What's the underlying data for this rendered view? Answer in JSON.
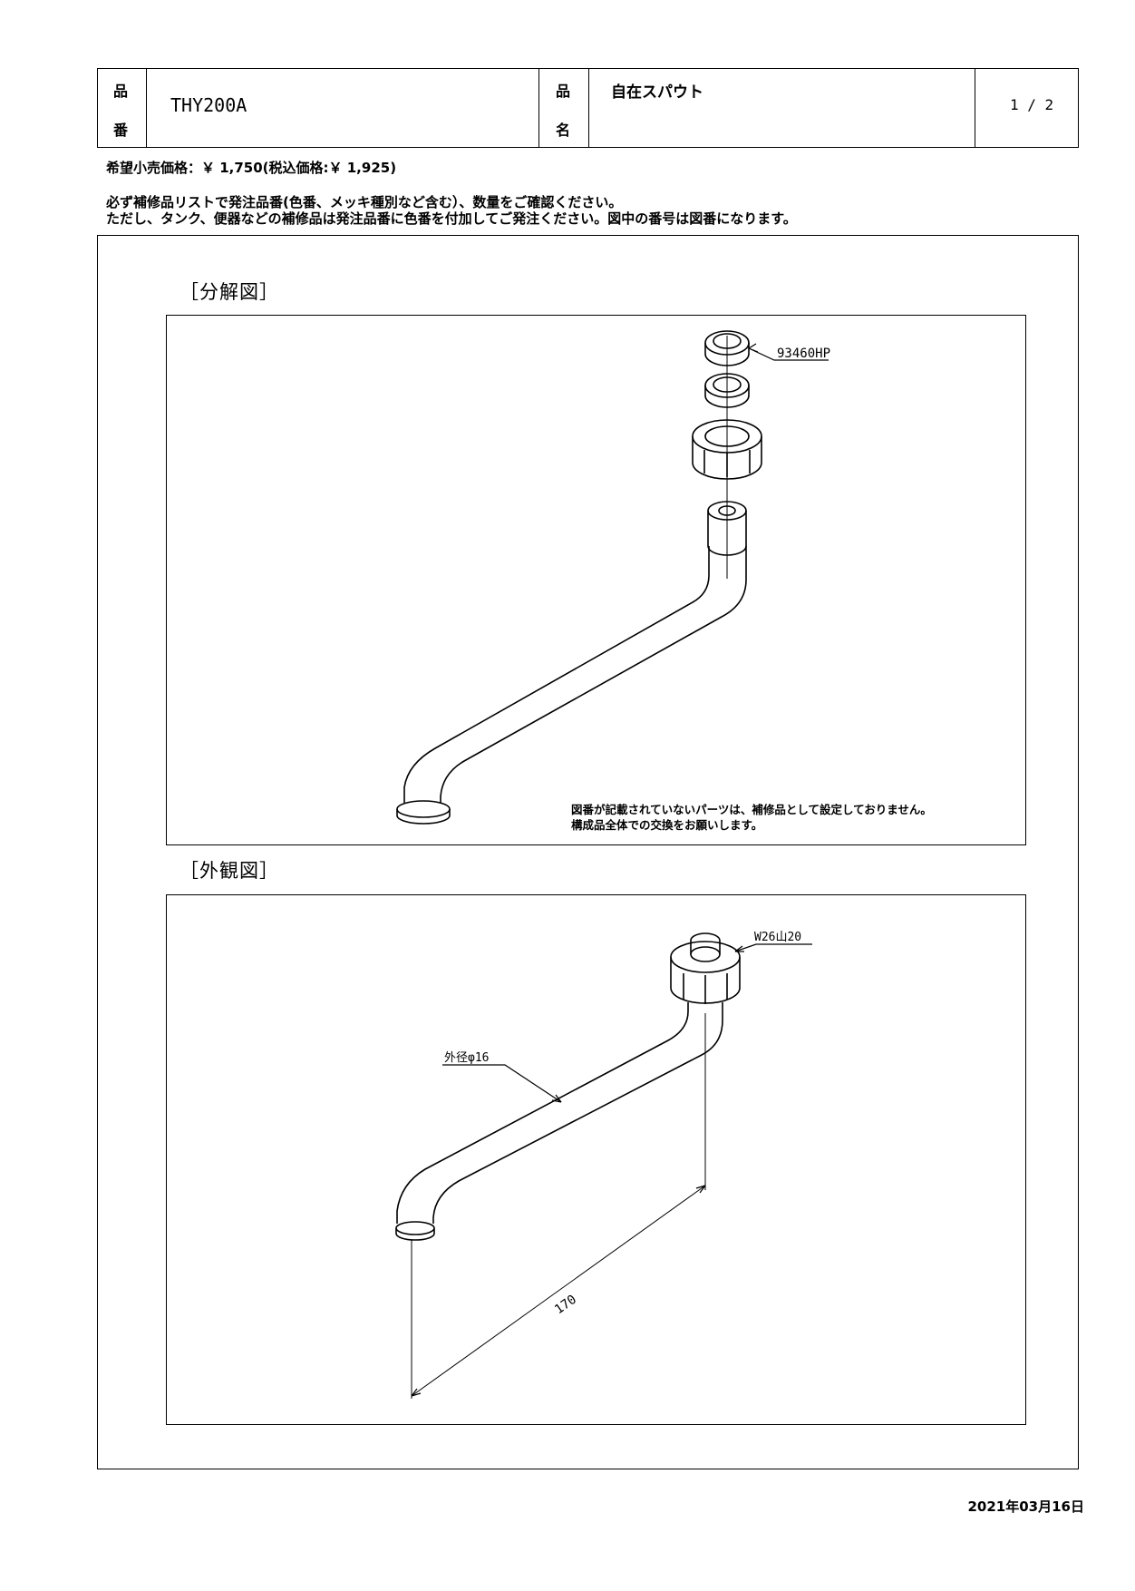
{
  "header": {
    "part_no_label_top": "品",
    "part_no_label_bottom": "番",
    "part_no": "THY200A",
    "name_label_top": "品",
    "name_label_bottom": "名",
    "part_name": "自在スパウト",
    "page": "1 / 2"
  },
  "price_line": "希望小売価格：￥ 1,750(税込価格:￥ 1,925)",
  "notes": [
    "必ず補修品リストで発注品番(色番、メッキ種別など含む）、数量をご確認ください。",
    "ただし、タンク、便器などの補修品は発注品番に色番を付加してご発注ください。図中の番号は図番になります。"
  ],
  "exploded": {
    "title": "［分解図］",
    "part_label": "93460HP",
    "disclaimer": [
      "図番が記載されていないパーツは、補修品として設定しておりません。",
      "構成品全体での交換をお願いします。"
    ]
  },
  "exterior": {
    "title": "［外観図］",
    "thread_label": "W26山20",
    "diameter_label": "外径φ16",
    "length_label": "170"
  },
  "date": "2021年03月16日"
}
